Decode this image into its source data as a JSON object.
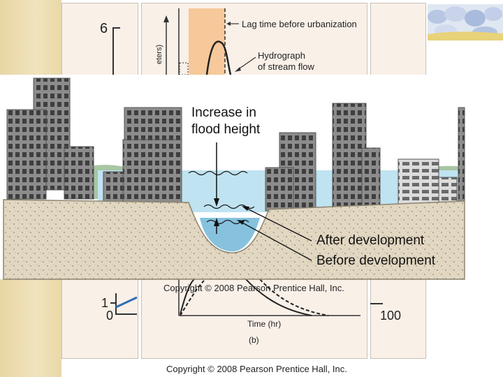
{
  "background_figure": {
    "y_axis_top_tick": "6",
    "y_axis_bottom_tick": "1",
    "x_axis_start_tick": "0",
    "x_axis_end_tick": "100",
    "y_axis_label_fragment": "eters)",
    "lag_time_label": "Lag time before urbanization",
    "hydrograph_label_line1": "Hydrograph",
    "hydrograph_label_line2": "of stream flow",
    "x_axis_label": "Time (hr)",
    "panel_label": "(b)",
    "copyright": "Copyright © 2008 Pearson Prentice Hall, Inc."
  },
  "overlay_figure": {
    "increase_label_line1": "Increase in",
    "increase_label_line2": "flood height",
    "after_label": "After development",
    "before_label": "Before development",
    "copyright": "Copyright © 2008 Pearson Prentice Hall, Inc."
  },
  "colors": {
    "flood_water": "#bfe3f1",
    "channel_water": "#86c2de",
    "ground": "#e2d7c1",
    "building": "#7f7f7f",
    "lag_band": "#f6c89a"
  }
}
